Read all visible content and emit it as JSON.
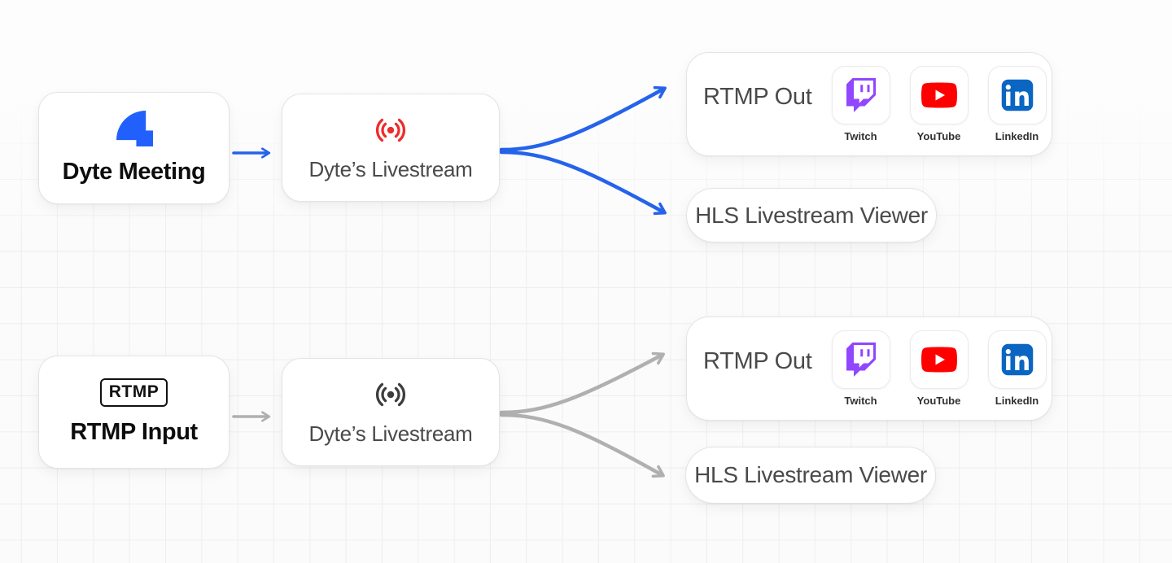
{
  "colors": {
    "arrow_active": "#2563eb",
    "arrow_inactive": "#b0b0b0",
    "dyte_blue": "#2160fd",
    "live_red": "#ee2b2b",
    "live_dark": "#3d3d3d",
    "twitch_purple": "#9146ff",
    "youtube_red": "#ff0000",
    "linkedin_blue": "#0a66c2"
  },
  "flows": [
    {
      "name": "dyte-meeting-flow",
      "arrow_style": "active-blue",
      "source": {
        "label": "Dyte Meeting",
        "icon": "dyte-logo"
      },
      "stream": {
        "label": "Dyte’s Livestream",
        "icon": "broadcast-icon",
        "icon_color": "#ee2b2b"
      },
      "rtmp_out": {
        "label": "RTMP Out",
        "destinations": [
          {
            "name": "Twitch",
            "icon": "twitch-icon"
          },
          {
            "name": "YouTube",
            "icon": "youtube-icon"
          },
          {
            "name": "LinkedIn",
            "icon": "linkedin-icon"
          }
        ]
      },
      "hls": {
        "label": "HLS Livestream Viewer"
      }
    },
    {
      "name": "rtmp-input-flow",
      "arrow_style": "inactive-gray",
      "source": {
        "label": "RTMP Input",
        "icon": "rtmp-badge",
        "badge_text": "RTMP"
      },
      "stream": {
        "label": "Dyte’s Livestream",
        "icon": "broadcast-icon",
        "icon_color": "#3d3d3d"
      },
      "rtmp_out": {
        "label": "RTMP Out",
        "destinations": [
          {
            "name": "Twitch",
            "icon": "twitch-icon"
          },
          {
            "name": "YouTube",
            "icon": "youtube-icon"
          },
          {
            "name": "LinkedIn",
            "icon": "linkedin-icon"
          }
        ]
      },
      "hls": {
        "label": "HLS Livestream Viewer"
      }
    }
  ]
}
